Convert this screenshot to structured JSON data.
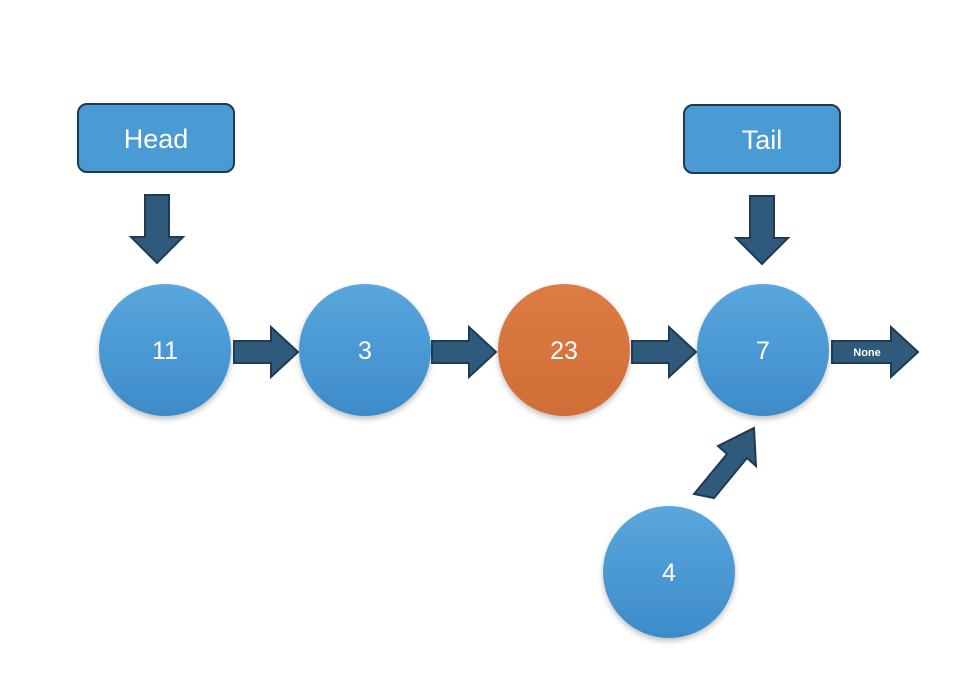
{
  "pointers": {
    "head": "Head",
    "tail": "Tail"
  },
  "nodes": {
    "n0": "11",
    "n1": "3",
    "n2": "23",
    "n3": "7",
    "new": "4"
  },
  "terminator": "None",
  "colors": {
    "node": "#4d9bd5",
    "highlight_node": "#d67641",
    "box": "#4a9ad3",
    "arrow": "#2f5a7c",
    "outline": "#1f3a52"
  }
}
